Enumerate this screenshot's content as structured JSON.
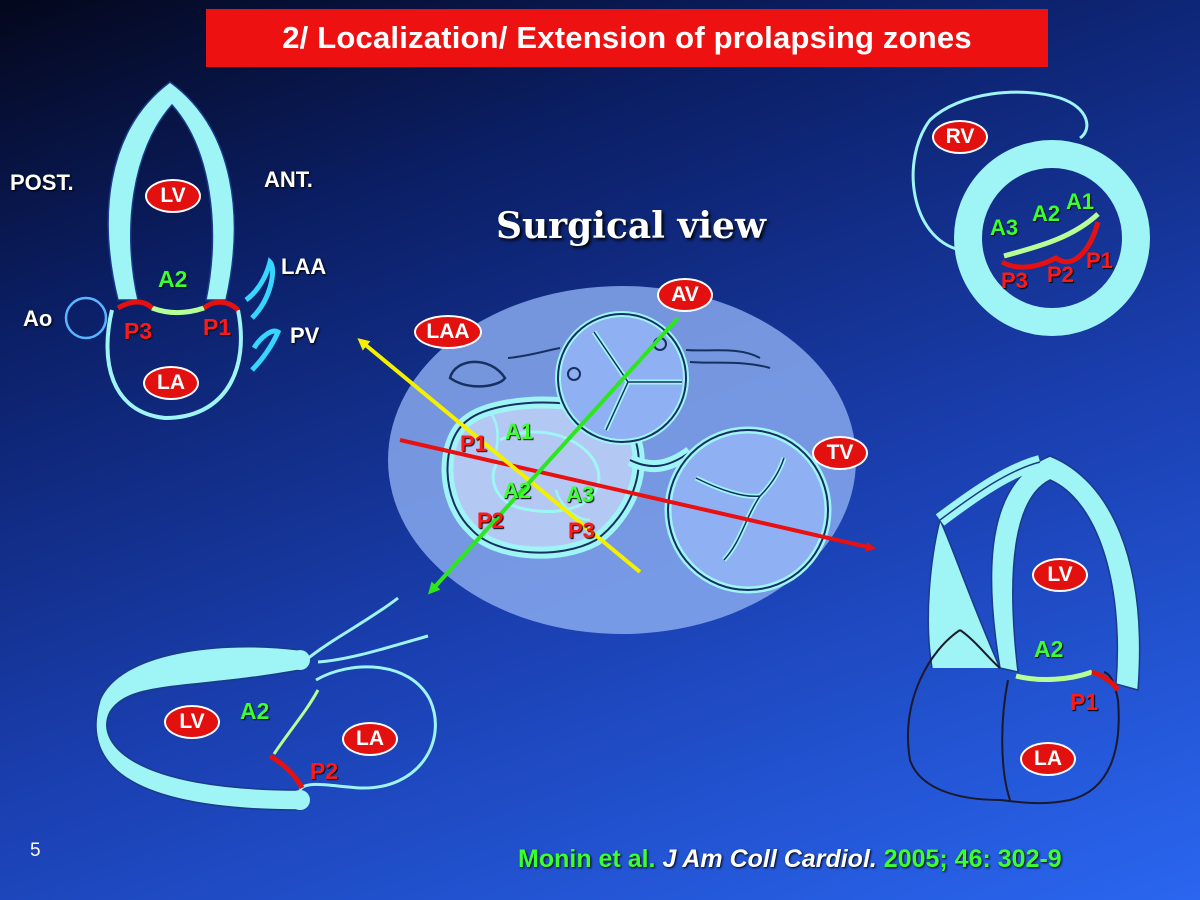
{
  "title": "2/ Localization/ Extension of prolapsing zones",
  "center": {
    "heading": "Surgical view",
    "pills": {
      "av": "AV",
      "laa": "LAA",
      "tv": "TV"
    },
    "anterior": {
      "a1": "A1",
      "a2": "A2",
      "a3": "A3"
    },
    "posterior": {
      "p1": "P1",
      "p2": "P2",
      "p3": "P3"
    }
  },
  "top_left": {
    "post": "POST.",
    "ant": "ANT.",
    "laa": "LAA",
    "ao": "Ao",
    "pv": "PV",
    "lv": "LV",
    "la": "LA",
    "a2": "A2",
    "p3": "P3",
    "p1": "P1"
  },
  "top_right": {
    "rv": "RV",
    "a1": "A1",
    "a2": "A2",
    "a3": "A3",
    "p1": "P1",
    "p2": "P2",
    "p3": "P3"
  },
  "bottom_left": {
    "lv": "LV",
    "la": "LA",
    "a2": "A2",
    "p2": "P2"
  },
  "bottom_right": {
    "lv": "LV",
    "la": "LA",
    "a2": "A2",
    "p1": "P1"
  },
  "slide_number": "5",
  "citation": {
    "authors": "Monin et al.",
    "journal": "J Am Coll Cardiol.",
    "ref": "2005; 46: 302-9"
  },
  "colors": {
    "tissue": "#9ff5f5",
    "title_bg": "#ee1111",
    "anterior": "#3cff2e",
    "posterior": "#ff1a1a",
    "line_red": "#e81010",
    "line_yellow": "#f4f000",
    "line_green": "#2ee61e"
  }
}
